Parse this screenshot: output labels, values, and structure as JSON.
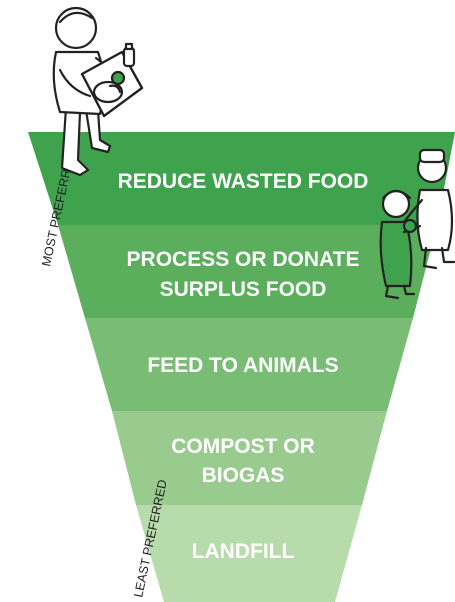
{
  "side_labels": {
    "top": "MOST PREFERRED",
    "bottom": "LEAST PREFERRED"
  },
  "tiers": [
    {
      "line1": "REDUCE WASTED FOOD",
      "line2": "",
      "color": "#3fa34d"
    },
    {
      "line1": "PROCESS OR DONATE",
      "line2": "SURPLUS FOOD",
      "color": "#5aae5c"
    },
    {
      "line1": "FEED TO ANIMALS",
      "line2": "",
      "color": "#78bd73"
    },
    {
      "line1": "COMPOST OR",
      "line2": "BIOGAS",
      "color": "#99cb8f"
    },
    {
      "line1": "LANDFILL",
      "line2": "",
      "color": "#b7dbab"
    }
  ],
  "icons": {
    "person_with_tray": "person-carrying-plate-icon",
    "people_sharing": "people-exchanging-food-icon"
  }
}
